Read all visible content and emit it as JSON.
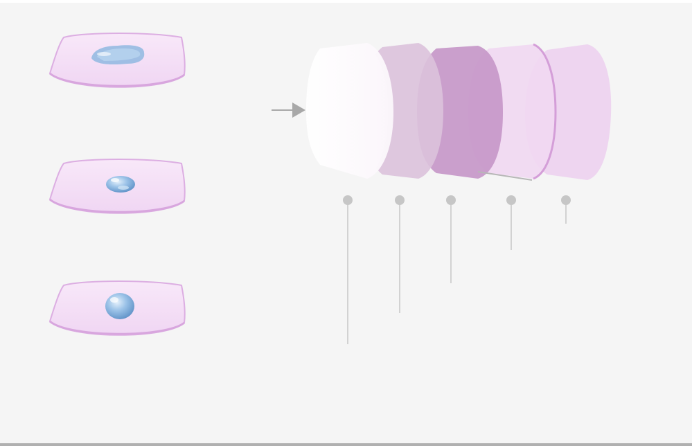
{
  "colors": {
    "background": "#f5f5f5",
    "bottom_bar": "#b0b0b0",
    "plate_fill": "#f3ddf5",
    "plate_edge": "#dcaee2",
    "droplet": "#8fb8e0",
    "droplet_dark": "#6f9fd0",
    "arrow": "#a8a8a8",
    "callout": "#c6c6c6",
    "layer_white": "#ffffff",
    "layer_very_light": "#f8eef8",
    "layer_light_mauve": "#dcc2dc",
    "layer_mauve": "#c596c8",
    "layer_pink_light": "#f1d8f2",
    "layer_pink_back": "#edd3ef"
  },
  "plates": [
    {
      "droplet": "flat-spread",
      "icon": "droplet-spread-icon"
    },
    {
      "droplet": "partial-bead",
      "icon": "droplet-partial-icon"
    },
    {
      "droplet": "round-bead",
      "icon": "droplet-bead-icon"
    }
  ],
  "layers": [
    {
      "name": "layer-1",
      "color": "layer_white"
    },
    {
      "name": "layer-2",
      "color": "layer_very_light"
    },
    {
      "name": "layer-3",
      "color": "layer_light_mauve"
    },
    {
      "name": "layer-4",
      "color": "layer_mauve"
    },
    {
      "name": "layer-5",
      "color": "layer_pink_light"
    },
    {
      "name": "layer-6",
      "color": "layer_pink_back"
    }
  ],
  "callouts": [
    {
      "name": "callout-1"
    },
    {
      "name": "callout-2"
    },
    {
      "name": "callout-3"
    },
    {
      "name": "callout-4"
    },
    {
      "name": "callout-5"
    }
  ],
  "arrow": {
    "icon": "arrow-right-icon"
  }
}
